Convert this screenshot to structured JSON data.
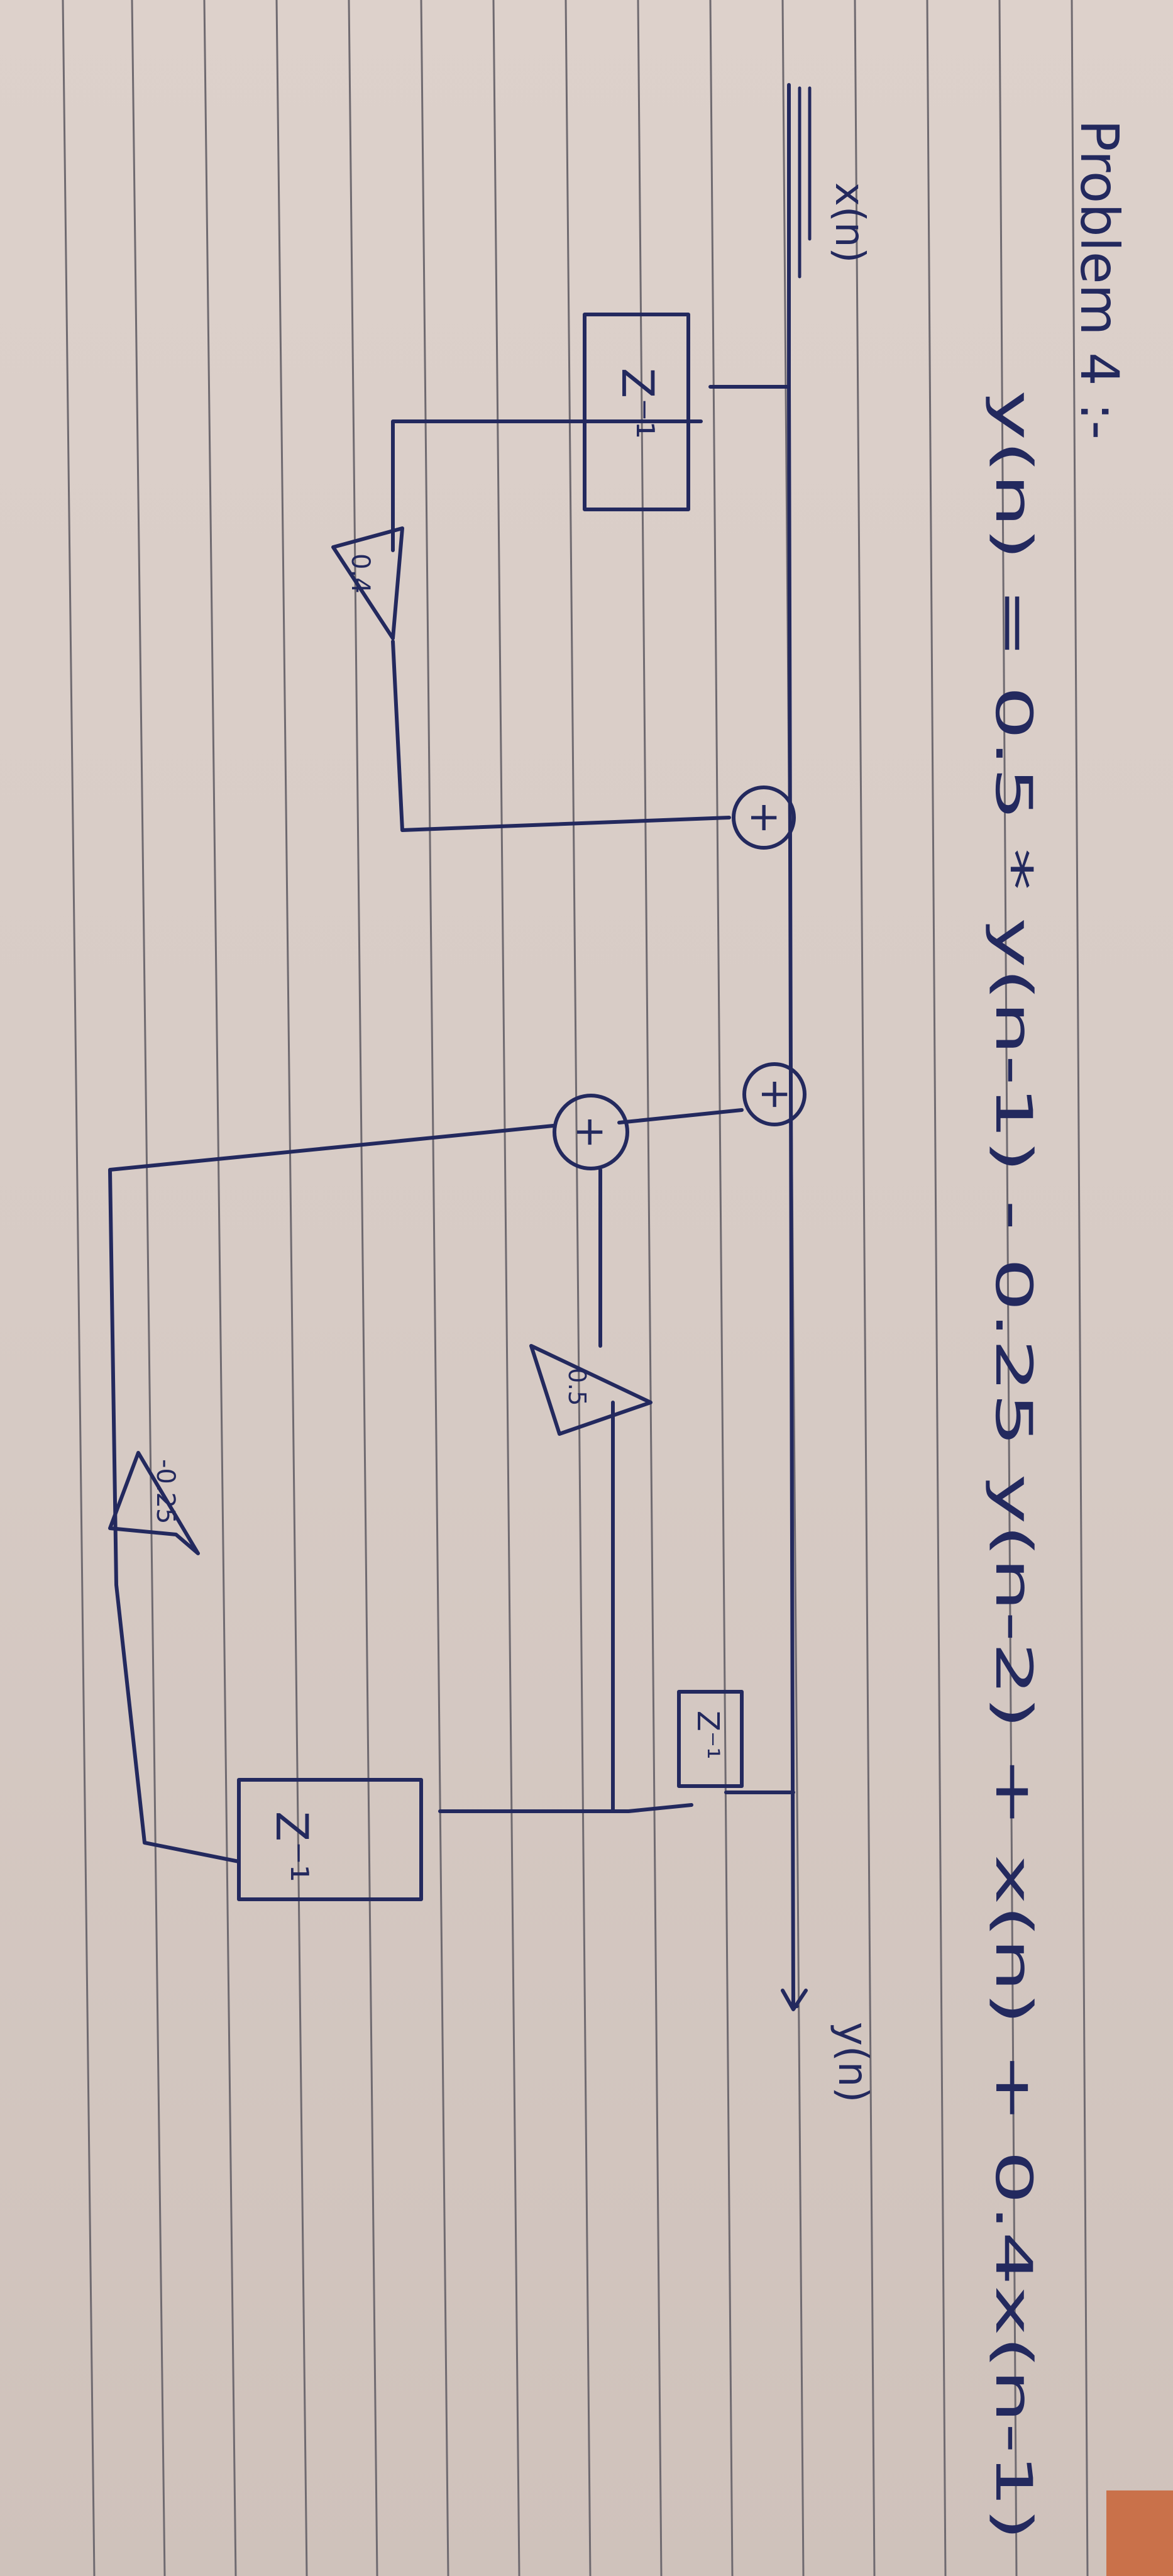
{
  "problem": {
    "title": "Problem 4 :-",
    "equation": "y(n) = 0.5 * y(n-1) - 0.25 y(n-2) + x(n) + 0.4x(n-1)"
  },
  "diagram": {
    "input_label": "x(n)",
    "output_label": "y(n)",
    "delay_top": "Z⁻¹",
    "delay_middle": "Z⁻¹",
    "delay_bottom": "Z⁻¹",
    "gain_top": "0.4",
    "gain_middle": "0.5",
    "gain_bottom": "-0.25",
    "adder_1": "+",
    "adder_2": "+",
    "adder_3": "+"
  },
  "colors": {
    "ink": "#23295e",
    "paper": "#ddd1cb",
    "rule_lines": "#6f6a70"
  }
}
